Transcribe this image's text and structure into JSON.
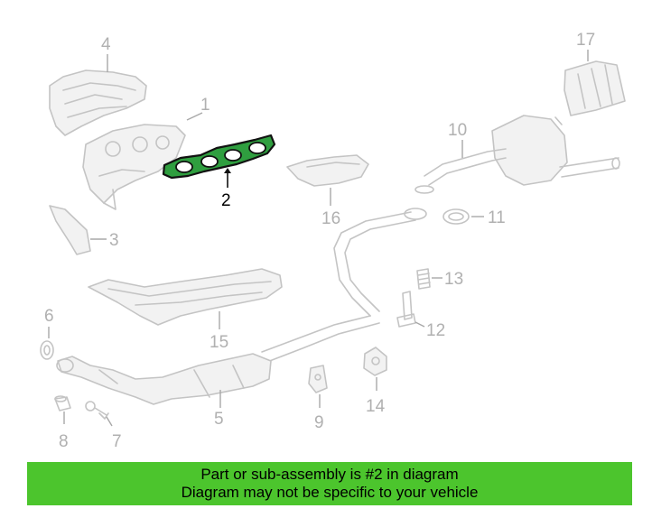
{
  "diagram": {
    "callouts": [
      "1",
      "2",
      "3",
      "4",
      "5",
      "6",
      "7",
      "8",
      "9",
      "10",
      "11",
      "12",
      "13",
      "14",
      "15",
      "16",
      "17"
    ],
    "highlighted_part": "2",
    "colors": {
      "highlight": "#2f9e3f",
      "banner": "#4cc52d",
      "part_line": "#c4c4c4"
    }
  },
  "banner": {
    "line1": "Part or sub-assembly is #2 in diagram",
    "line2": "Diagram may not be specific to your vehicle"
  }
}
